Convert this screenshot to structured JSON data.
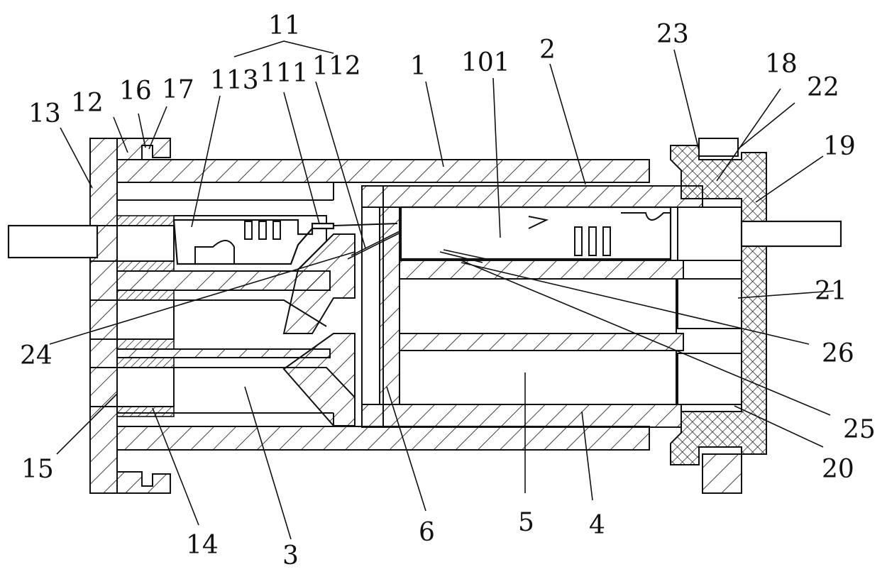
{
  "diagram": {
    "labels": [
      {
        "id": "l11",
        "text": "11"
      },
      {
        "id": "l113",
        "text": "113"
      },
      {
        "id": "l111",
        "text": "111"
      },
      {
        "id": "l112",
        "text": "112"
      },
      {
        "id": "l1",
        "text": "1"
      },
      {
        "id": "l101",
        "text": "101"
      },
      {
        "id": "l2",
        "text": "2"
      },
      {
        "id": "l23",
        "text": "23"
      },
      {
        "id": "l18",
        "text": "18"
      },
      {
        "id": "l22",
        "text": "22"
      },
      {
        "id": "l19",
        "text": "19"
      },
      {
        "id": "l13",
        "text": "13"
      },
      {
        "id": "l12",
        "text": "12"
      },
      {
        "id": "l16",
        "text": "16"
      },
      {
        "id": "l17",
        "text": "17"
      },
      {
        "id": "l21",
        "text": "21"
      },
      {
        "id": "l24",
        "text": "24"
      },
      {
        "id": "l26",
        "text": "26"
      },
      {
        "id": "l25",
        "text": "25"
      },
      {
        "id": "l20",
        "text": "20"
      },
      {
        "id": "l15",
        "text": "15"
      },
      {
        "id": "l14",
        "text": "14"
      },
      {
        "id": "l3",
        "text": "3"
      },
      {
        "id": "l6",
        "text": "6"
      },
      {
        "id": "l5",
        "text": "5"
      },
      {
        "id": "l4",
        "text": "4"
      }
    ]
  }
}
